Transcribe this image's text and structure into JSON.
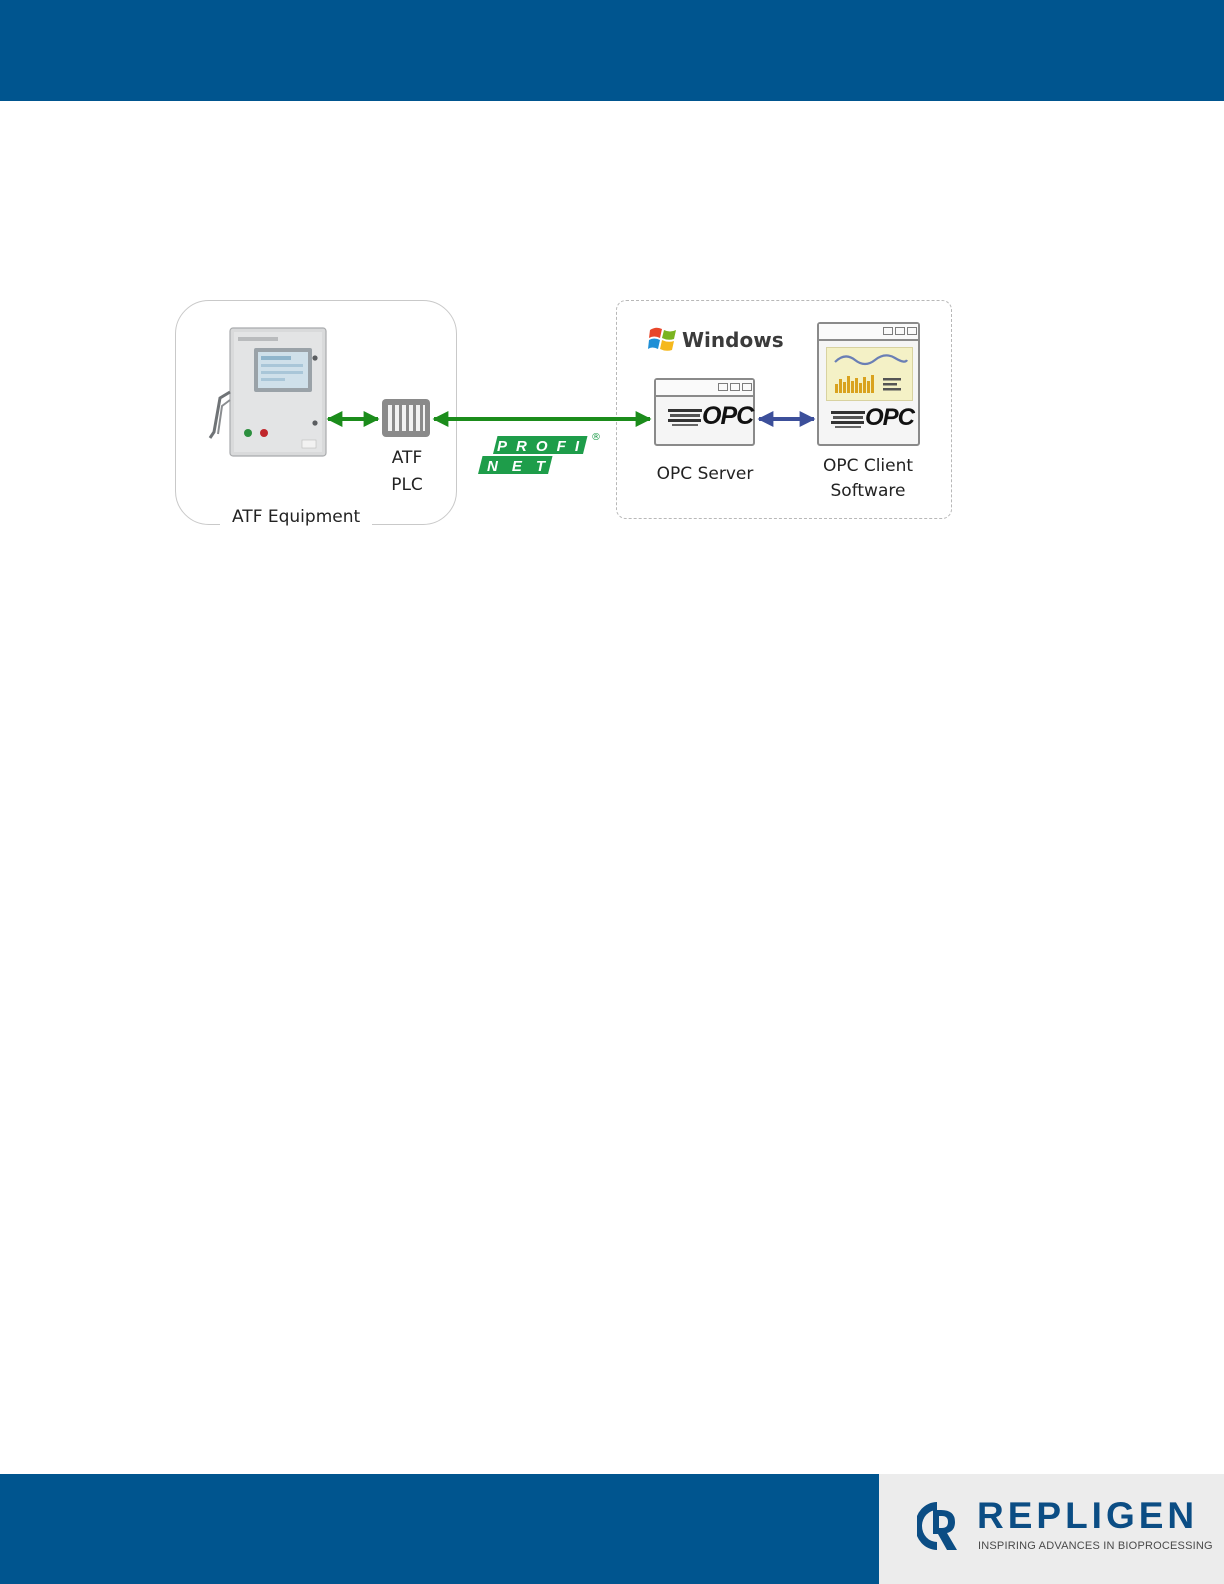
{
  "diagram": {
    "equipment_group_label": "ATF Equipment",
    "plc_label": [
      "ATF",
      "PLC"
    ],
    "protocol_label": "PROFINET",
    "protocol_mark": "®",
    "os_label": "Windows",
    "server_label": "OPC Server",
    "client_label": [
      "OPC Client",
      "Software"
    ],
    "opc_logo_text": "OPC"
  },
  "footer": {
    "brand_name": "REPLIGEN",
    "brand_tagline": "INSPIRING ADVANCES IN BIOPROCESSING"
  },
  "colors": {
    "header_blue": "#00558f",
    "profinet_green": "#1e9d4a",
    "client_server_arrow": "#3c4f9a",
    "logo_blue": "#0b4d84"
  },
  "icons": {
    "cabinet": "control-cabinet-image",
    "plc": "plc-module-icon",
    "windows": "windows-logo-icon",
    "opc_server": "opc-window-icon",
    "opc_client": "opc-client-window-icon",
    "brand": "repligen-r-icon"
  }
}
